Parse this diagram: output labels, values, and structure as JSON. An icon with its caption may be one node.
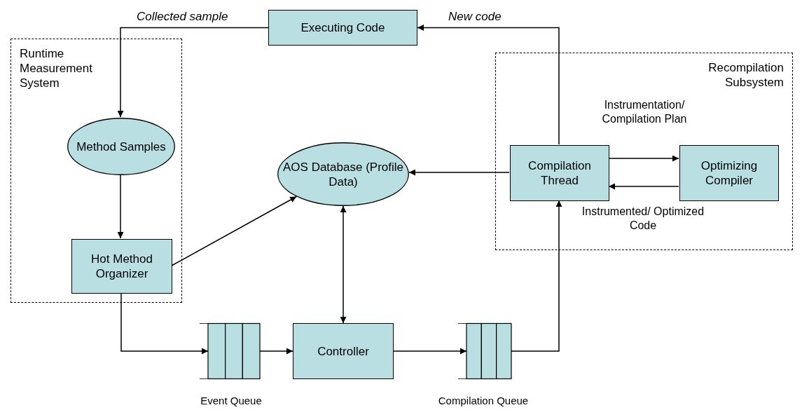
{
  "diagram": {
    "nodes": [
      {
        "text": [
          "Runtime Measurement System"
        ]
      },
      {
        "text": [
          "Method Samples"
        ],
        "in": 0
      },
      {
        "text": [
          "Hot Method Organizer"
        ],
        "in": 0
      },
      {
        "text": [
          "Executing Code"
        ]
      },
      {
        "text": [
          "AOS Database (Profile Data)"
        ]
      },
      {
        "text": [
          "Recompilation Subsystem"
        ]
      },
      {
        "text": [
          "Compilation Thread"
        ],
        "in": 5
      },
      {
        "text": [
          "Optimizing Compiler"
        ],
        "in": 5
      },
      {
        "text": [
          "Event Queue"
        ]
      },
      {
        "text": [
          "Controller"
        ]
      },
      {
        "text": [
          "Compilation Queue"
        ]
      }
    ],
    "edges": [
      {
        "from": 3,
        "to": 1,
        "arrow": "to",
        "label": "Collected sample"
      },
      {
        "from": 6,
        "to": 3,
        "arrow": "to",
        "label": "New code"
      },
      {
        "from": 1,
        "to": 2,
        "arrow": "to"
      },
      {
        "from": 2,
        "to": 4,
        "arrow": "to"
      },
      {
        "from": 6,
        "to": 4,
        "arrow": "to"
      },
      {
        "from": 6,
        "to": 7,
        "arrow": "to",
        "label": "Instrumentation/ Compilation Plan"
      },
      {
        "from": 7,
        "to": 6,
        "arrow": "to",
        "label": "Instrumented/ Optimized Code"
      },
      {
        "from": 4,
        "to": 9,
        "arrow": "both"
      },
      {
        "from": 2,
        "to": 8,
        "arrow": "to"
      },
      {
        "from": 8,
        "to": 9,
        "arrow": "to"
      },
      {
        "from": 9,
        "to": 10,
        "arrow": "to"
      },
      {
        "from": 10,
        "to": 6,
        "arrow": "to"
      }
    ]
  }
}
